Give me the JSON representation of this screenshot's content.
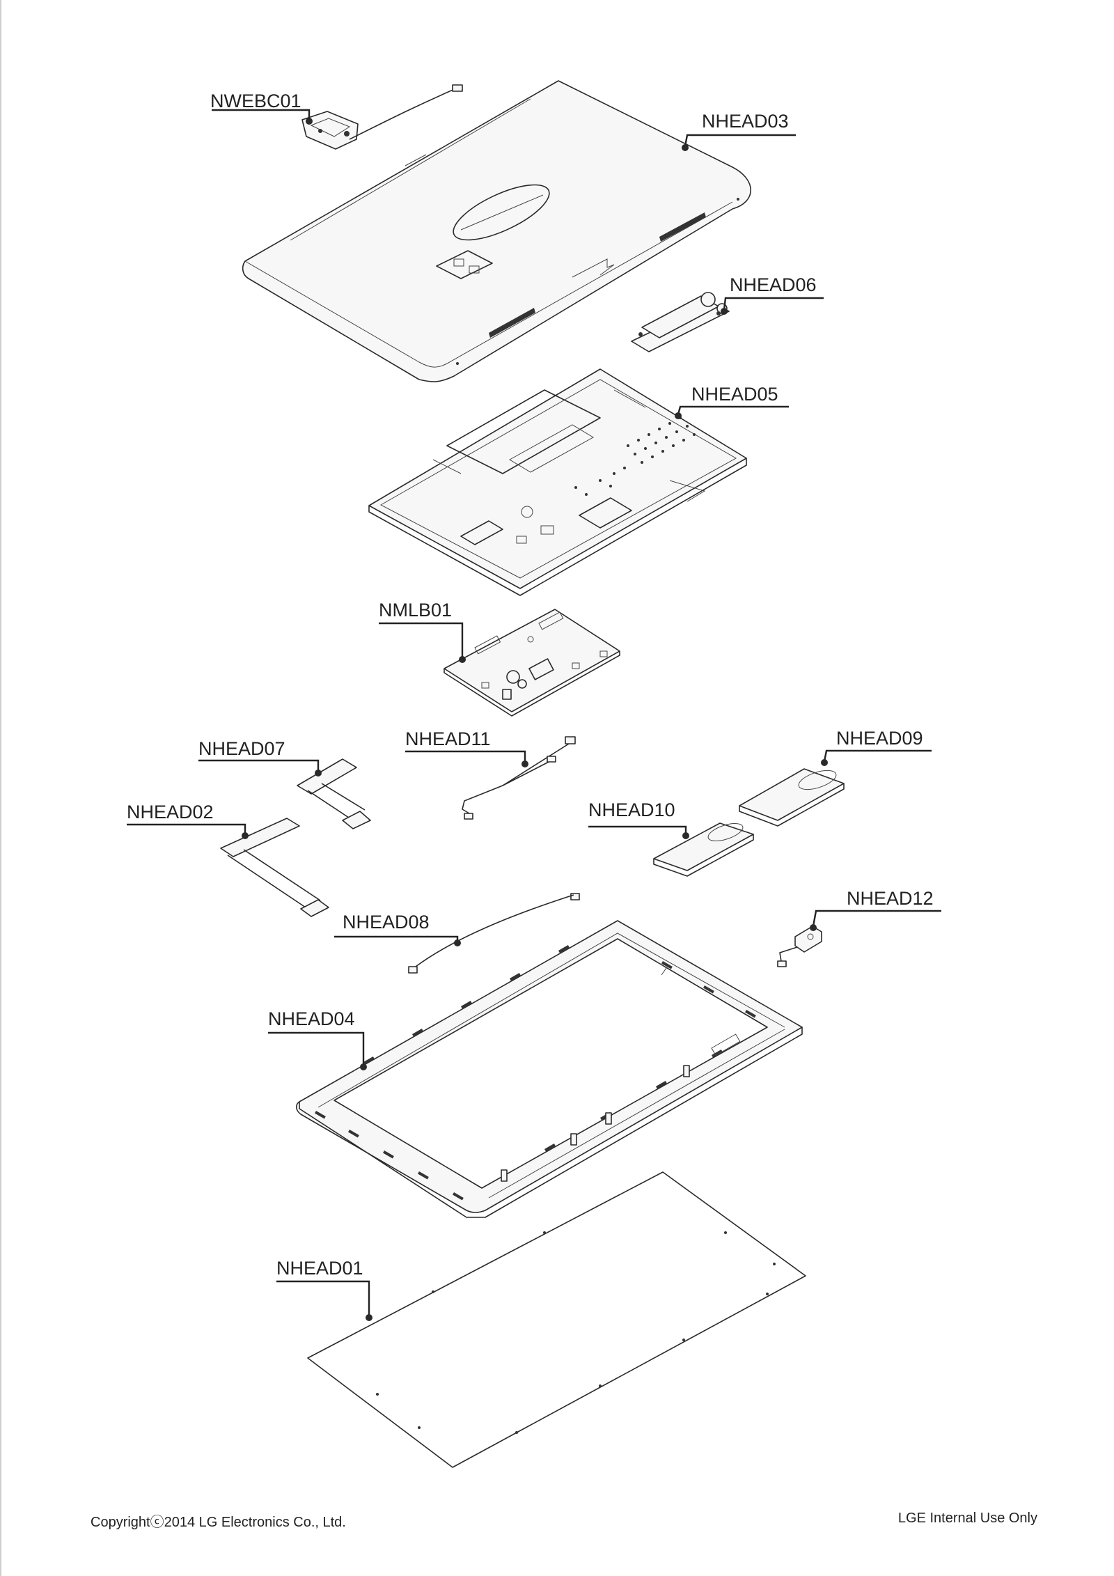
{
  "callouts": {
    "nwebc01": "NWEBC01",
    "nhead03": "NHEAD03",
    "nhead06": "NHEAD06",
    "nhead05": "NHEAD05",
    "nmlb01": "NMLB01",
    "nhead07": "NHEAD07",
    "nhead11": "NHEAD11",
    "nhead09": "NHEAD09",
    "nhead02": "NHEAD02",
    "nhead10": "NHEAD10",
    "nhead08": "NHEAD08",
    "nhead12": "NHEAD12",
    "nhead04": "NHEAD04",
    "nhead01": "NHEAD01"
  },
  "footer": {
    "copyright": "Copyrightⓒ2014 LG Electronics Co., Ltd.",
    "internal": "LGE Internal Use Only"
  }
}
